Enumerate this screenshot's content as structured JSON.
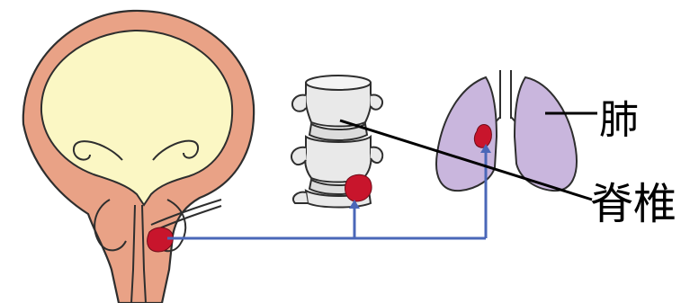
{
  "labels": {
    "lung": "肺",
    "spine": "脊椎"
  },
  "colors": {
    "bladder_wall": "#E9A286",
    "bladder_inner": "#FBF7C4",
    "outline": "#2E2E2E",
    "tumor": "#C8152C",
    "arrow": "#4A67B8",
    "lung_fill": "#C9B6DD",
    "vertebra_fill": "#E9E9E9",
    "leader_line": "#000000"
  },
  "icons": [
    "bladder-prostate-illustration",
    "vertebra-stack-illustration",
    "lungs-illustration",
    "tumor-mass-icon"
  ]
}
